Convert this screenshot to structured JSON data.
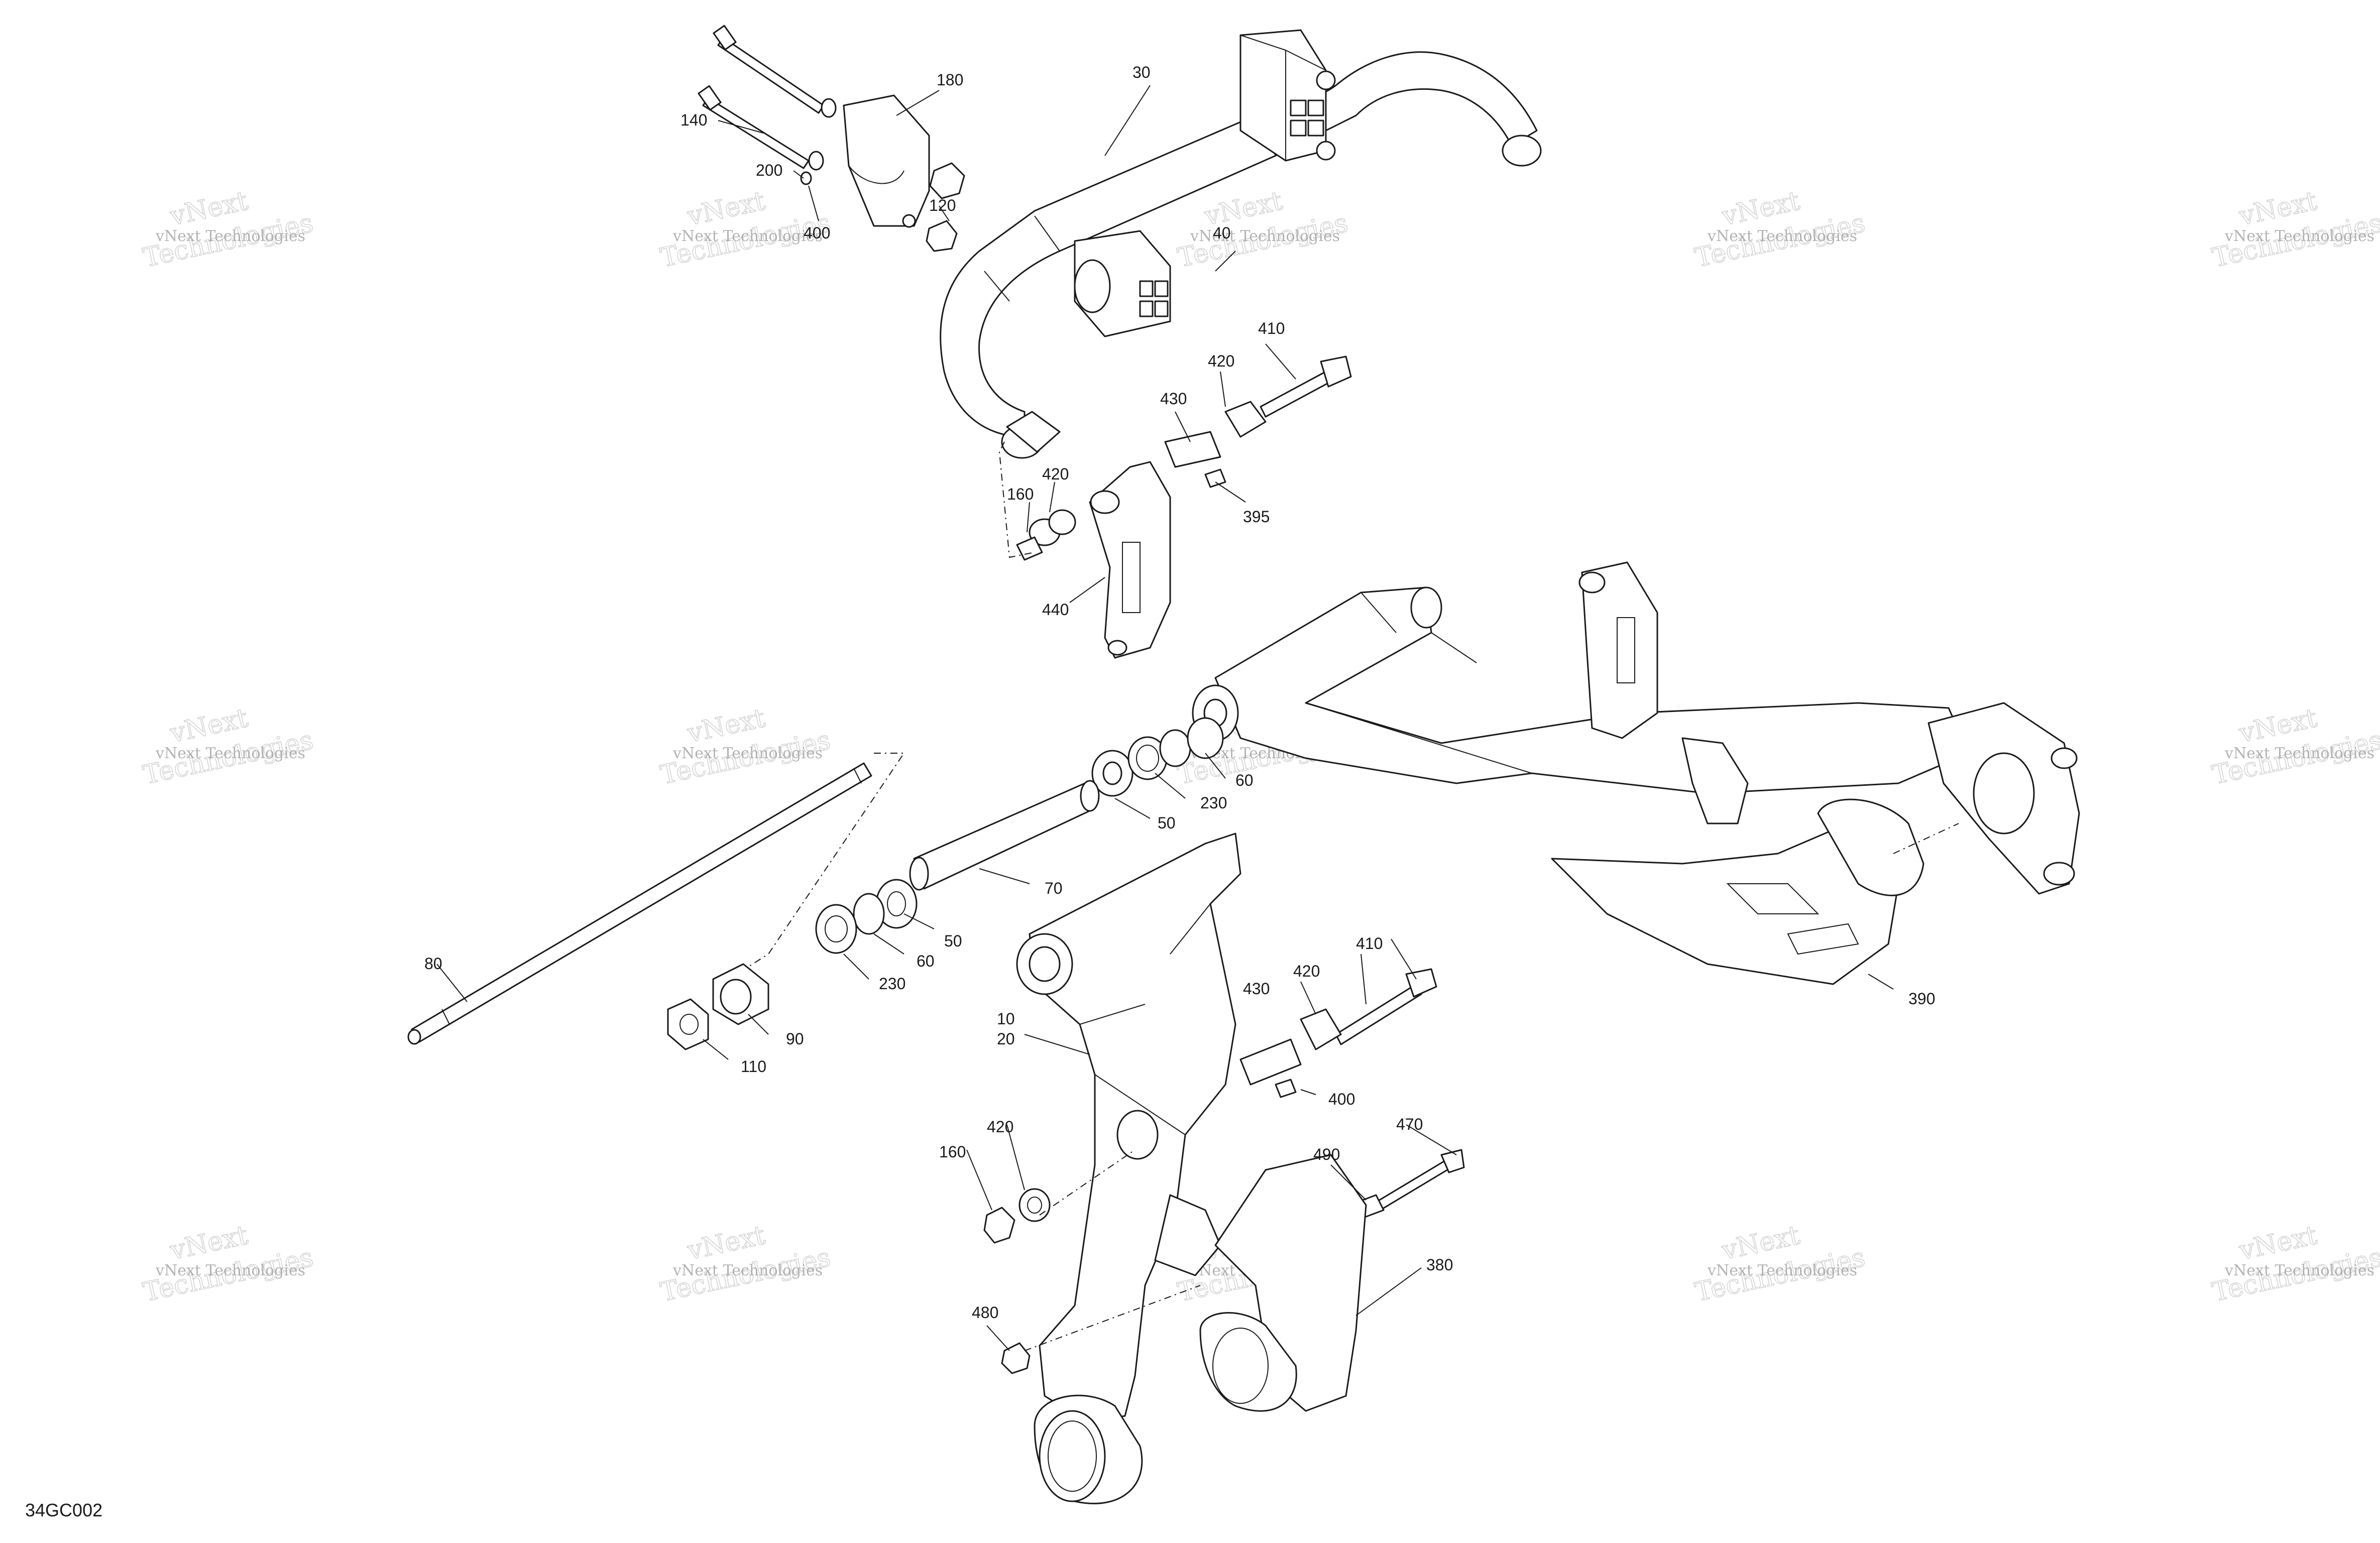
{
  "diagram_code": "34GC002",
  "watermark": {
    "line1": "vNext Technologies",
    "line2": "vNext",
    "line3": "Technologies"
  },
  "callouts": [
    "30",
    "180",
    "140",
    "200",
    "120",
    "400",
    "40",
    "410",
    "420",
    "430",
    "395",
    "420",
    "160",
    "440",
    "60",
    "230",
    "50",
    "70",
    "80",
    "50",
    "60",
    "230",
    "90",
    "110",
    "10",
    "20",
    "420",
    "410",
    "430",
    "400",
    "390",
    "420",
    "160",
    "470",
    "490",
    "380",
    "480"
  ]
}
